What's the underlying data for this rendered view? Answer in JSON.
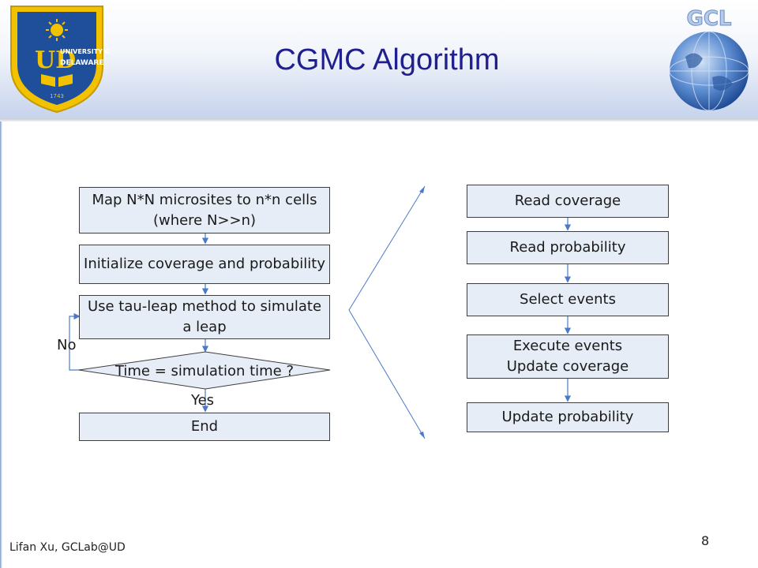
{
  "slide": {
    "title": "CGMC Algorithm",
    "author": "Lifan Xu, GCLab@UD",
    "page_number": "8"
  },
  "logos": {
    "left": {
      "name": "university-of-delaware-seal",
      "text_top": "UNIVERSITY OF",
      "text_bottom": "DELAWARE",
      "year": "1743",
      "colors": [
        "#1f4f9b",
        "#f2c200"
      ]
    },
    "right": {
      "name": "gcl-globe-logo",
      "text": "GCL",
      "colors": [
        "#2a5ba8",
        "#9ab8e6"
      ]
    }
  },
  "flowchart_left": {
    "steps": [
      {
        "text": "Map N*N microsites to n*n cells (where N>>n)"
      },
      {
        "text": "Initialize coverage and probability"
      },
      {
        "text": "Use tau-leap method to simulate a leap"
      }
    ],
    "decision": "Time = simulation time ?",
    "no_label": "No",
    "yes_label": "Yes",
    "end": "End"
  },
  "flowchart_right": {
    "steps": [
      {
        "text": "Read coverage"
      },
      {
        "text": "Read probability"
      },
      {
        "text": "Select events"
      },
      {
        "text": "Execute events Update coverage"
      },
      {
        "text": "Update probability"
      }
    ]
  },
  "colors": {
    "title": "#1f1f8f",
    "box_fill": "#e6edf7",
    "connector": "#4a7ac7",
    "header_gradient_end": "#c6d3ec"
  }
}
